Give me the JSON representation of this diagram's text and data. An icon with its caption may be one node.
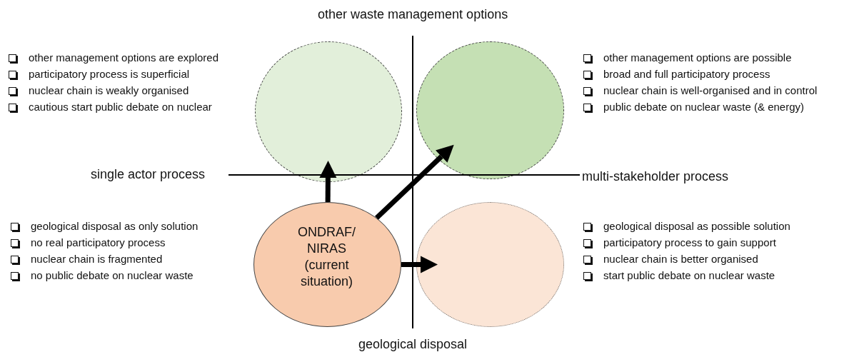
{
  "diagram": {
    "nodes": [
      {
        "text": [],
        "shape": "circle"
      },
      {
        "text": [],
        "shape": "circle"
      },
      {
        "text": [
          "ONDRAF/ NIRAS (current situation)"
        ]
      },
      {
        "text": [],
        "shape": "circle"
      }
    ],
    "edges": [
      {
        "from": 2,
        "to": 0,
        "arrow": "to"
      },
      {
        "from": 2,
        "to": 1,
        "arrow": "to"
      },
      {
        "from": 2,
        "to": 3,
        "arrow": "to"
      }
    ],
    "labels": [
      "other waste management options",
      "other management options are explored",
      "participatory process is superficial",
      "nuclear chain is weakly organised",
      "cautious start public debate on nuclear",
      "other management options are possible",
      "broad and full participatory process",
      "nuclear chain is well-organised and in control",
      "public debate on nuclear waste (& energy)",
      "single actor process",
      "multi-stakeholder process",
      "geological disposal as only solution",
      "no real participatory process",
      "nuclear chain is fragmented",
      "no public debate on nuclear waste",
      "geological disposal as possible solution",
      "participatory process to gain support",
      "nuclear chain is better organised",
      "start public debate on nuclear waste",
      "geological disposal"
    ]
  }
}
